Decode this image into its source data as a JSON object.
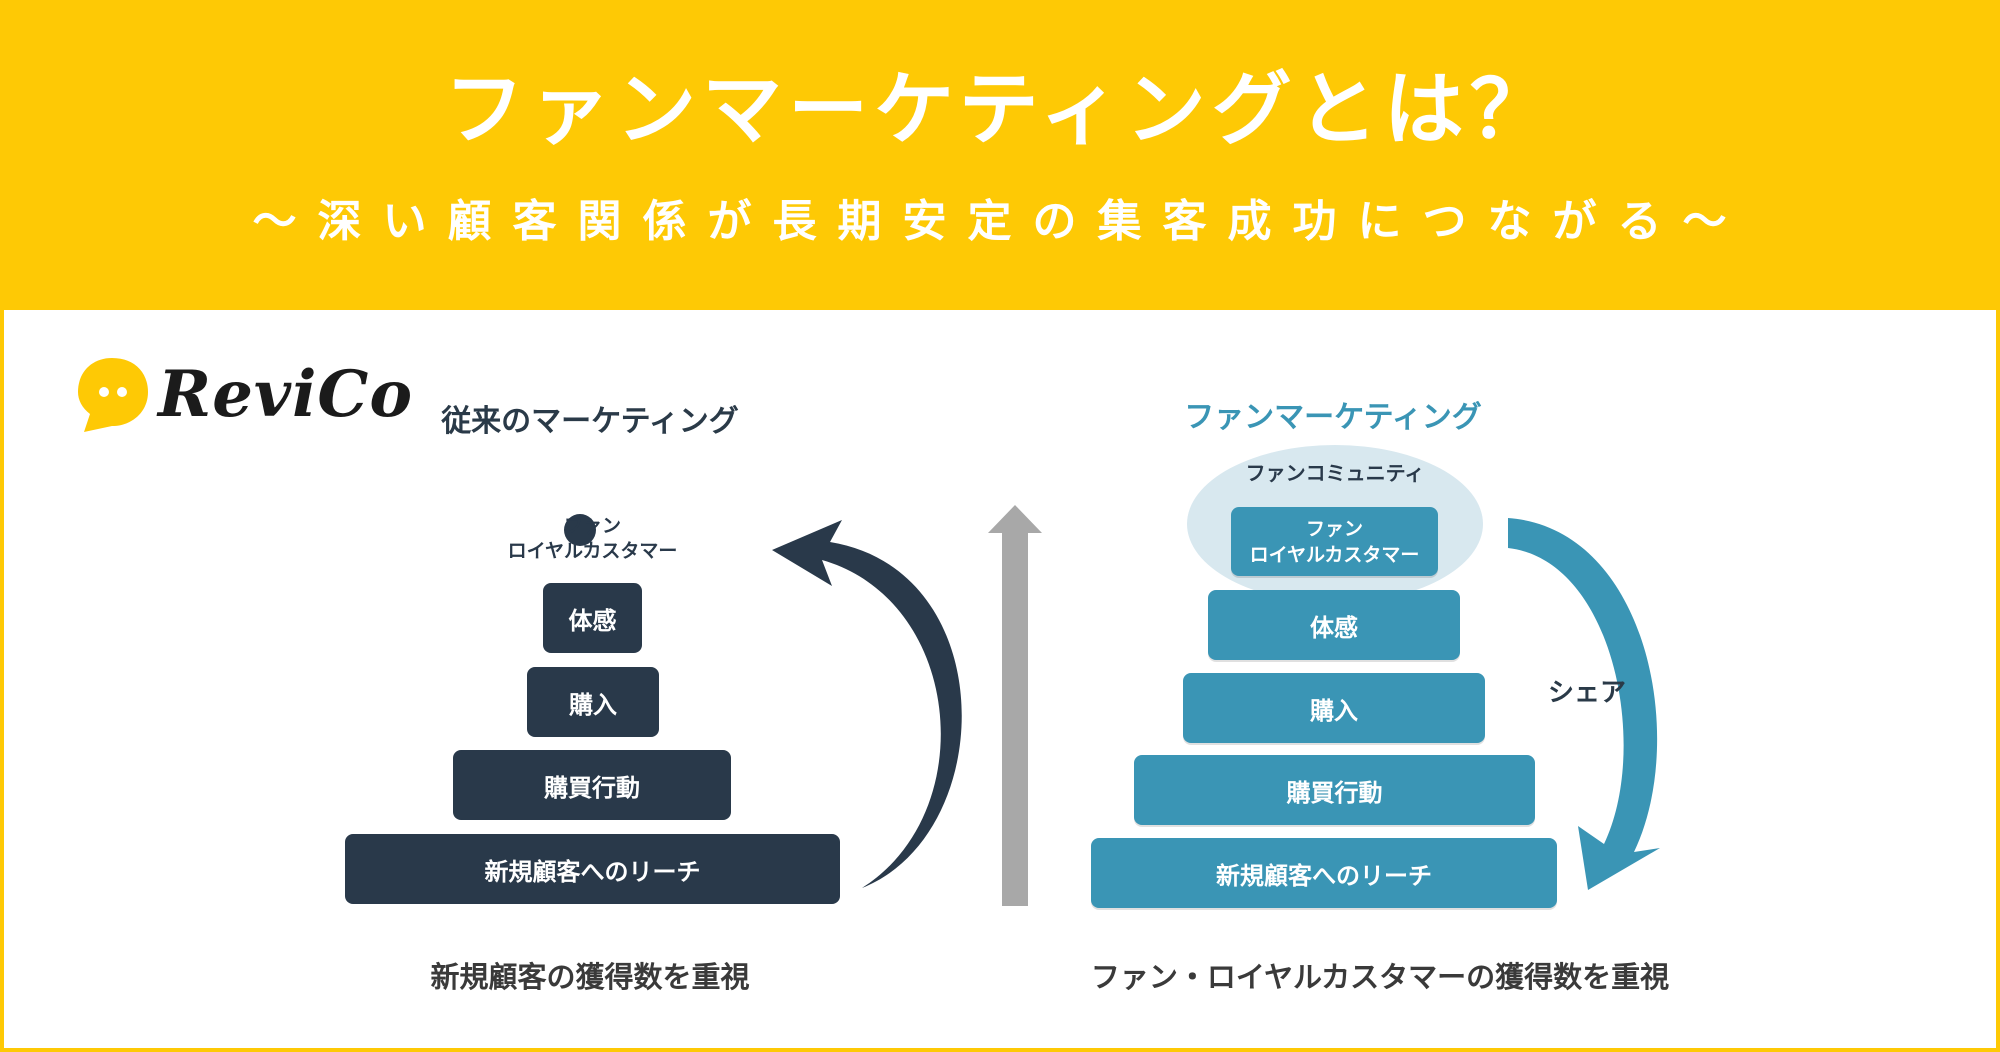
{
  "header": {
    "title": "ファンマーケティングとは？",
    "subtitle": "～深い顧客関係が長期安定の集客成功につながる～"
  },
  "logo": {
    "text": "ReviCo"
  },
  "left": {
    "title": "従来のマーケティング",
    "top_label_line1": "ファン",
    "top_label_line2": "ロイヤルカスタマー",
    "steps": [
      "体感",
      "購入",
      "購買行動",
      "新規顧客へのリーチ"
    ],
    "caption": "新規顧客の獲得数を重視"
  },
  "right": {
    "title": "ファンマーケティング",
    "community": "ファンコミュニティ",
    "top_line1": "ファン",
    "top_line2": "ロイヤルカスタマー",
    "steps": [
      "体感",
      "購入",
      "購買行動",
      "新規顧客へのリーチ"
    ],
    "share": "シェア",
    "caption": "ファン・ロイヤルカスタマーの獲得数を重視"
  },
  "colors": {
    "header_yellow": "#fec905",
    "dark_navy": "#29394a",
    "teal": "#3a95b5",
    "arrow_gray": "#a8a8a8",
    "cloud": "#d8e8ef"
  }
}
